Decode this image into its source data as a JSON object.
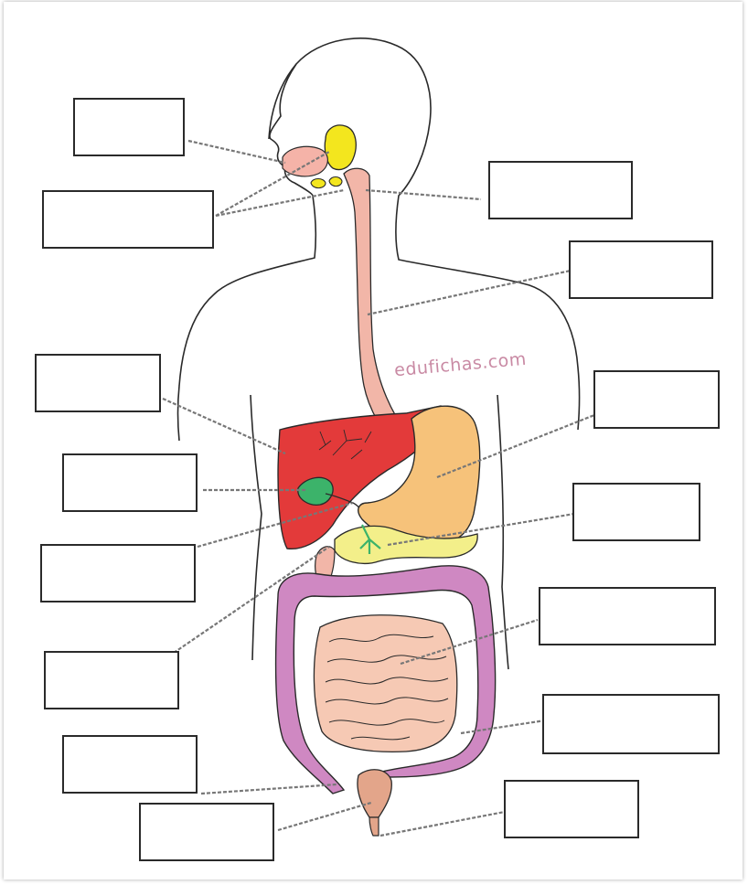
{
  "watermark": "edufichas.com",
  "colors": {
    "outline": "#2a2a2a",
    "liver": "#e33a3a",
    "gallbladder": "#3cb36a",
    "stomach": "#f6c27a",
    "pancreas": "#f3ef8a",
    "salivary_glands": "#f3e61e",
    "esophagus": "#f2b6a8",
    "large_intestine": "#cf88c2",
    "small_intestine": "#f6c9b4",
    "leader_line": "#777777",
    "watermark": "#c98aa4"
  },
  "label_boxes": [
    {
      "id": "box-mouth",
      "text": ""
    },
    {
      "id": "box-teeth-tongue",
      "text": ""
    },
    {
      "id": "box-pharynx",
      "text": ""
    },
    {
      "id": "box-esophagus",
      "text": ""
    },
    {
      "id": "box-liver",
      "text": ""
    },
    {
      "id": "box-stomach",
      "text": ""
    },
    {
      "id": "box-gallbladder",
      "text": ""
    },
    {
      "id": "box-pancreas",
      "text": ""
    },
    {
      "id": "box-bile-duct",
      "text": ""
    },
    {
      "id": "box-duodenum",
      "text": ""
    },
    {
      "id": "box-small-intestine",
      "text": ""
    },
    {
      "id": "box-large-intestine",
      "text": ""
    },
    {
      "id": "box-appendix",
      "text": ""
    },
    {
      "id": "box-rectum",
      "text": ""
    },
    {
      "id": "box-anus",
      "text": ""
    }
  ]
}
